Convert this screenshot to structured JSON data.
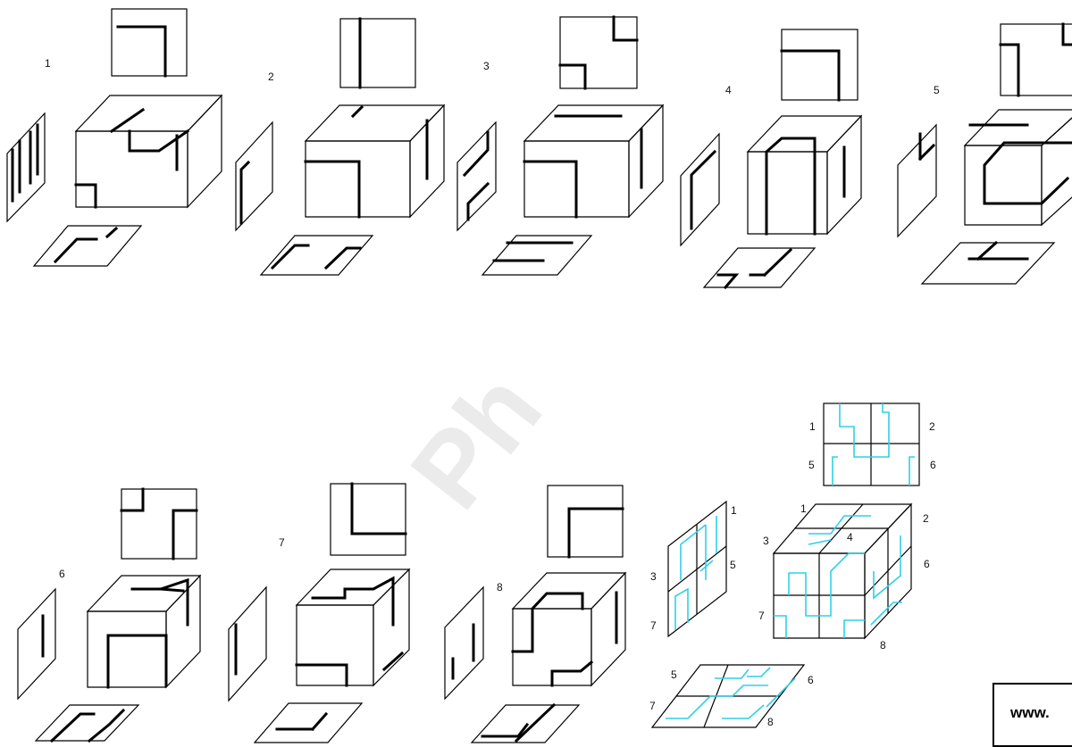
{
  "watermark": "Ph",
  "puzzle_labels": [
    "1",
    "2",
    "3",
    "4",
    "5",
    "6",
    "7",
    "8"
  ],
  "assembled": {
    "top_view_labels": [
      "1",
      "2",
      "5",
      "6"
    ],
    "side_view_labels": [
      "1",
      "3",
      "5",
      "7"
    ],
    "bottom_view_labels": [
      "5",
      "6",
      "7",
      "8"
    ],
    "cube_labels": [
      "1",
      "2",
      "3",
      "4",
      "6",
      "7",
      "8"
    ]
  },
  "footer": {
    "url": "www."
  }
}
